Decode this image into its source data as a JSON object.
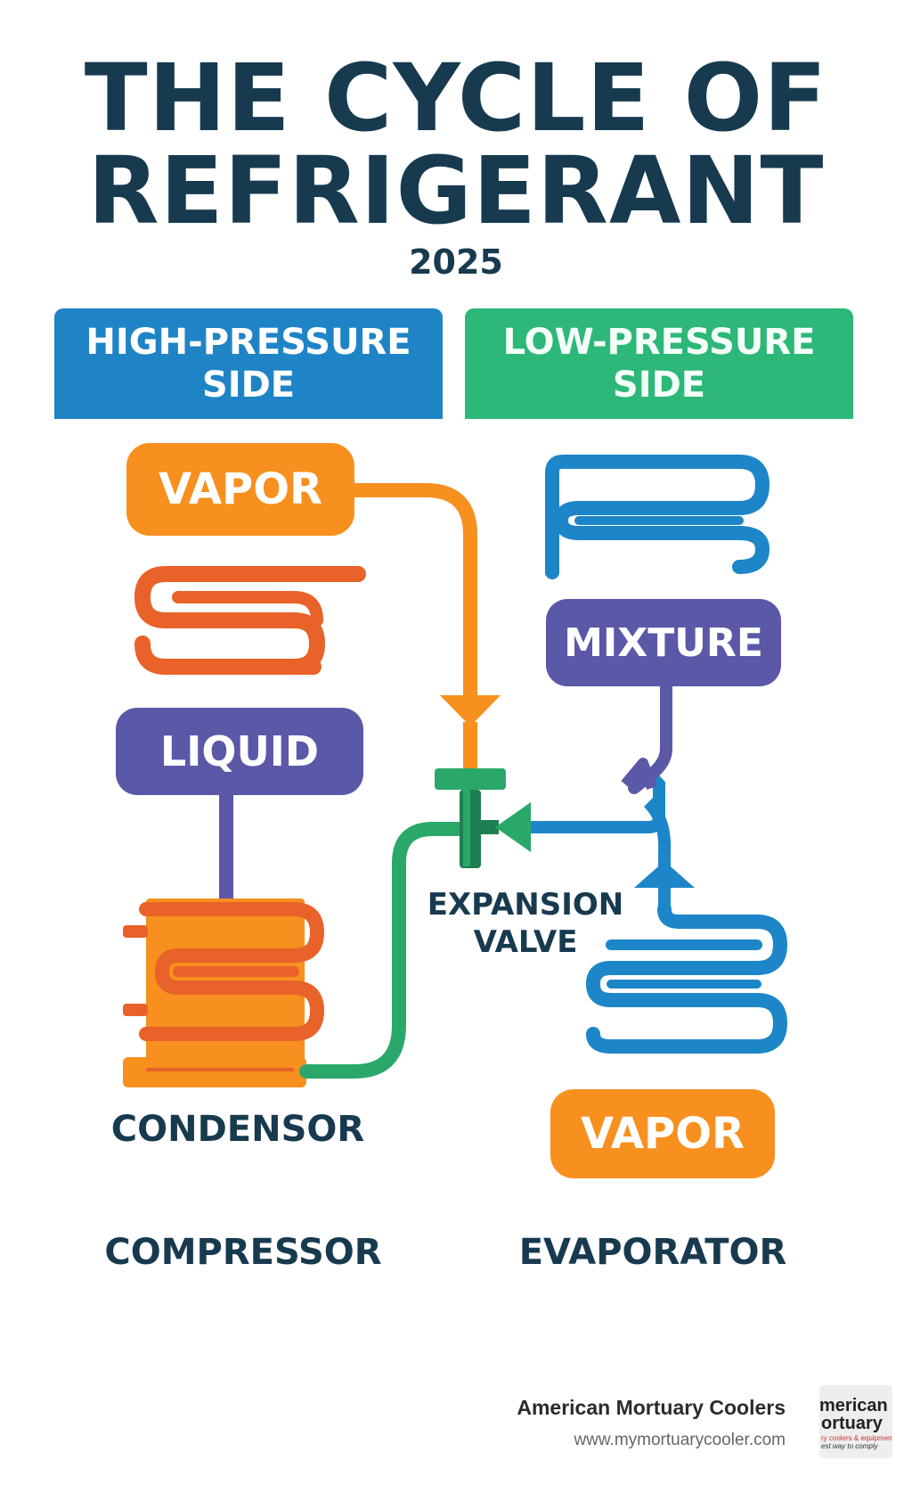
{
  "title": {
    "line1": "THE CYCLE OF",
    "line2": "REFRIGERANT"
  },
  "year": "2025",
  "sides": {
    "high": {
      "line1": "HIGH-PRESSURE",
      "line2": "SIDE"
    },
    "low": {
      "line1": "LOW-PRESSURE",
      "line2": "SIDE"
    }
  },
  "states": {
    "vapor_high": "VAPOR",
    "liquid": "LIQUID",
    "mixture": "MIXTURE",
    "vapor_low": "VAPOR"
  },
  "components": {
    "expansion_valve": {
      "line1": "EXPANSION",
      "line2": "VALVE"
    },
    "condensor": "CONDENSOR",
    "compressor": "COMPRESSOR",
    "evaporator": "EVAPORATOR"
  },
  "brand": {
    "name": "American Mortuary Coolers",
    "url": "www.mymortuarycooler.com",
    "logo_line1": "merican",
    "logo_line2": "ortuary",
    "logo_line3": "ry coolers & equipment",
    "logo_line4": "est way to comply"
  },
  "colors": {
    "title": "#173a4f",
    "high_side": "#1e84c6",
    "low_side": "#2db778",
    "vapor": "#f7901e",
    "coil_orange": "#e8622a",
    "liquid_mixture": "#5b58a8",
    "evaporator_blue": "#1d86c8",
    "valve_green": "#2aa86a"
  }
}
